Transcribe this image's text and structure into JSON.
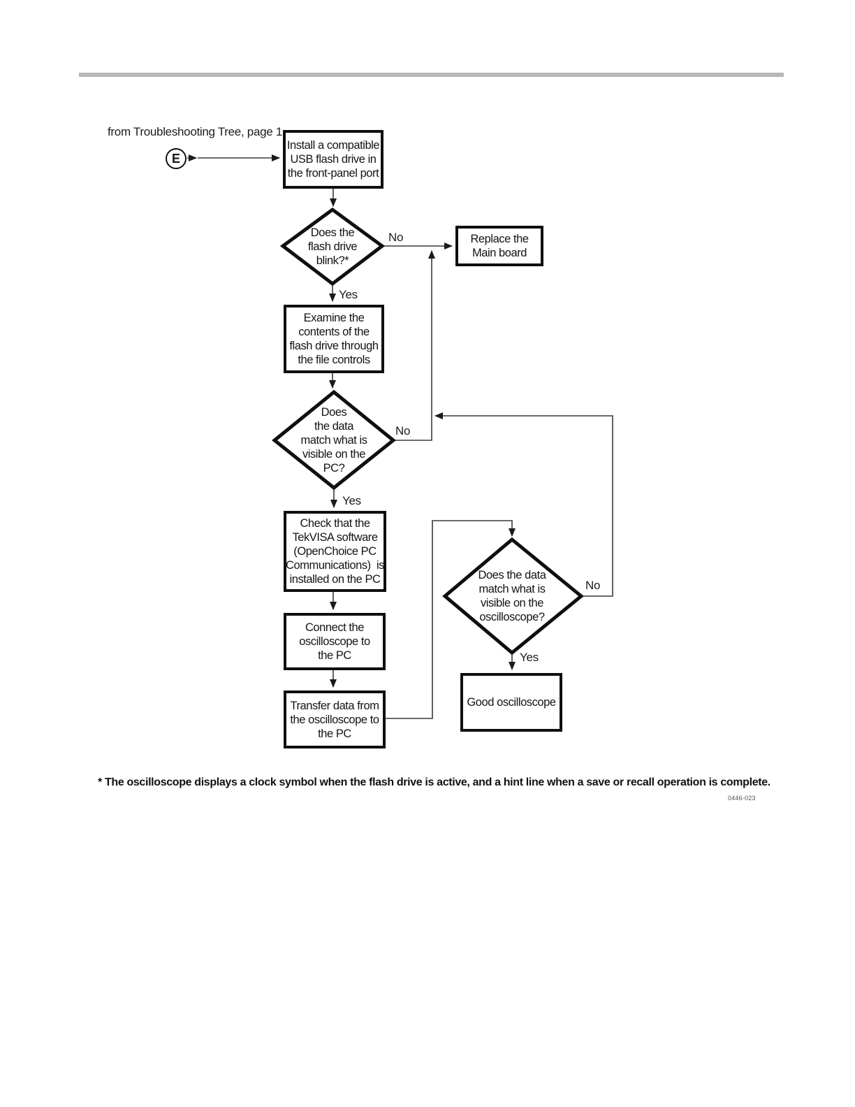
{
  "header": {
    "from_note": "from Troubleshooting Tree, page 1",
    "entry_label": "E"
  },
  "nodes": {
    "install": "Install a compatible\nUSB flash drive in\nthe front-panel port",
    "blink_question": "Does the\nflash drive\nblink?*",
    "replace_main_board": "Replace the\nMain board",
    "examine": "Examine the\ncontents of the\nflash drive through\nthe file controls",
    "match_pc_question": "Does\nthe data\nmatch what is\nvisible on the\nPC?",
    "check_tekvisa": "Check that the\nTekVISA software\n(OpenChoice PC\nCommunications)  is\ninstalled on the PC",
    "connect": "Connect the\noscilloscope to\nthe PC",
    "transfer": "Transfer data from\nthe oscilloscope to\nthe PC",
    "match_scope_question": "Does the data\nmatch what is\nvisible on the\noscilloscope?",
    "good_oscilloscope": "Good oscilloscope"
  },
  "edge_labels": {
    "blink_no": "No",
    "blink_yes": "Yes",
    "pc_no": "No",
    "pc_yes": "Yes",
    "scope_no": "No",
    "scope_yes": "Yes"
  },
  "footnote": "* The oscilloscope displays a clock symbol when the flash drive is active, and a hint line when a save or recall operation is complete.",
  "figure_code": "0446-023",
  "colors": {
    "shape_border": "#0f0f0f",
    "connector_line": "#3a3a3a",
    "header_rule": "#b7b7b7",
    "background": "#ffffff"
  }
}
